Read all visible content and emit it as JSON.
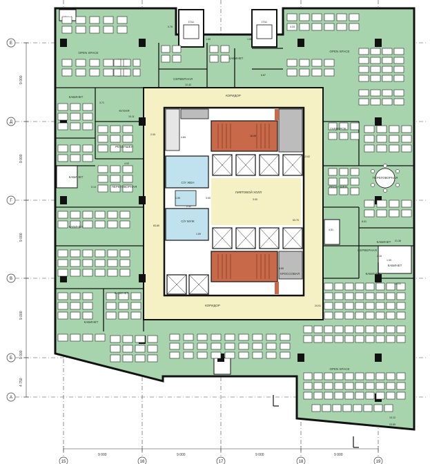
{
  "plan": {
    "colors": {
      "office": "#a7d3ad",
      "corridor": "#f6f1c4",
      "wc": "#bfe2ee",
      "stairs": "#c8694a",
      "shaft": "#bcbcbc",
      "wall": "#111111",
      "desk": "#ffffff",
      "white": "#ffffff"
    },
    "top_area": "374,10",
    "rows": [
      {
        "id": "row-e",
        "label": "Е"
      },
      {
        "id": "row-d",
        "label": "Д"
      },
      {
        "id": "row-g",
        "label": "Г"
      },
      {
        "id": "row-v",
        "label": "В"
      },
      {
        "id": "row-b",
        "label": "Б"
      },
      {
        "id": "row-a",
        "label": "А"
      }
    ],
    "cols": [
      {
        "id": "col-15",
        "label": "15"
      },
      {
        "id": "col-16",
        "label": "16"
      },
      {
        "id": "col-17",
        "label": "17"
      },
      {
        "id": "col-18",
        "label": "18"
      },
      {
        "id": "col-19",
        "label": "19"
      }
    ],
    "dims": {
      "vertical": [
        "9 000",
        "9 000",
        "9 000",
        "9 000",
        "9 000",
        "4 750"
      ],
      "horizontal": [
        "9 000",
        "9 000",
        "9 000",
        "9 000"
      ]
    },
    "room_labels": [
      {
        "id": "open-space-nw",
        "text": "OPEN SPACE"
      },
      {
        "id": "kabinet-n",
        "text": "КАБИНЕТ"
      },
      {
        "id": "servernaya-n",
        "text": "СЕРВЕРНАЯ"
      },
      {
        "id": "kabinet-w1",
        "text": "КАБИНЕТ"
      },
      {
        "id": "kuhnya",
        "text": "КУХНЯ"
      },
      {
        "id": "reception-w",
        "text": "РЕСЕПШЕН"
      },
      {
        "id": "kabinet-w2",
        "text": "КАБИНЕТ"
      },
      {
        "id": "peregovornaya-w",
        "text": "ПЕРЕГОВОРНАЯ"
      },
      {
        "id": "kabinet-w3",
        "text": "КАБИНЕТ"
      },
      {
        "id": "kabinet-w4",
        "text": "КАБИНЕТ"
      },
      {
        "id": "kabinet-sw",
        "text": "КАБИНЕТ"
      },
      {
        "id": "koridor-n",
        "text": "КОРИДОР"
      },
      {
        "id": "koridor-s",
        "text": "КОРИДОР"
      },
      {
        "id": "lift-hall",
        "text": "ЛИФТОВОЙ ХОЛЛ"
      },
      {
        "id": "su-zhen",
        "text": "С/У ЖЕН"
      },
      {
        "id": "su-muzh",
        "text": "С/У МУЖ"
      },
      {
        "id": "open-space-ne",
        "text": "OPEN SPACE"
      },
      {
        "id": "gardrob",
        "text": "ГАРДЕРОБ"
      },
      {
        "id": "reception-e",
        "text": "РЕСЕПШЕН"
      },
      {
        "id": "peregovornaya-e",
        "text": "ПЕРЕГОВОРНАЯ"
      },
      {
        "id": "kabinet-e1",
        "text": "КАБИНЕТ"
      },
      {
        "id": "kabinet-e2",
        "text": "КАБИНЕТ"
      },
      {
        "id": "servernaya-e",
        "text": "СЕРВЕРНАЯ"
      },
      {
        "id": "kabinet-e3",
        "text": "КАБИНЕТ"
      },
      {
        "id": "krossovaya",
        "text": "КРОССОВАЯ"
      },
      {
        "id": "open-space-s",
        "text": "OPEN SPACE"
      }
    ],
    "lift_tags": [
      {
        "id": "lift-tag-1",
        "text": "1Т.Ш."
      },
      {
        "id": "lift-tag-2",
        "text": "1Т.Ш."
      }
    ],
    "area_labels": [
      {
        "id": "a1",
        "text": "0.76"
      },
      {
        "id": "a2",
        "text": "4.33"
      },
      {
        "id": "a3",
        "text": "1.50"
      },
      {
        "id": "a4",
        "text": "1.50"
      },
      {
        "id": "a5",
        "text": "6.87"
      },
      {
        "id": "a6",
        "text": "12.42"
      },
      {
        "id": "a7",
        "text": "3.71"
      },
      {
        "id": "a8",
        "text": "10.11"
      },
      {
        "id": "a9",
        "text": "2.00"
      },
      {
        "id": "a10",
        "text": "4.84"
      },
      {
        "id": "a11",
        "text": "18.08"
      },
      {
        "id": "a12",
        "text": "83.80"
      },
      {
        "id": "a13",
        "text": "4.02"
      },
      {
        "id": "a14",
        "text": "1.59"
      },
      {
        "id": "a15",
        "text": "3.00"
      },
      {
        "id": "a16",
        "text": "2.52"
      },
      {
        "id": "a17",
        "text": "3.00"
      },
      {
        "id": "a18",
        "text": "53.70"
      },
      {
        "id": "a19",
        "text": "1.59"
      },
      {
        "id": "a20",
        "text": "8.85"
      },
      {
        "id": "a21",
        "text": "24.01"
      },
      {
        "id": "a22",
        "text": "13.02"
      },
      {
        "id": "a23",
        "text": "4.51"
      },
      {
        "id": "a24",
        "text": "8.01"
      },
      {
        "id": "a25",
        "text": "21.36"
      },
      {
        "id": "a26",
        "text": "1.00"
      },
      {
        "id": "a27",
        "text": "15.01"
      },
      {
        "id": "a28",
        "text": "5.14"
      },
      {
        "id": "a29",
        "text": "2.16"
      },
      {
        "id": "a30",
        "text": "13.12"
      },
      {
        "id": "a31",
        "text": "23.55"
      }
    ]
  }
}
